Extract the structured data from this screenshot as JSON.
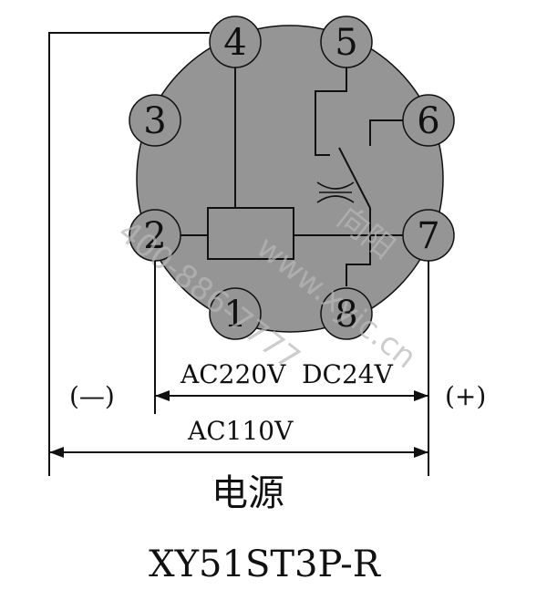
{
  "pins": [
    {
      "id": "1",
      "label": "1"
    },
    {
      "id": "2",
      "label": "2"
    },
    {
      "id": "3",
      "label": "3"
    },
    {
      "id": "4",
      "label": "4"
    },
    {
      "id": "5",
      "label": "5"
    },
    {
      "id": "6",
      "label": "6"
    },
    {
      "id": "7",
      "label": "7"
    },
    {
      "id": "8",
      "label": "8"
    }
  ],
  "labels": {
    "ac220_dc24": "AC220V  DC24V",
    "ac110": "AC110V",
    "minus": "(—)",
    "plus": "(+)",
    "power": "电源",
    "model": "XY51ST3P-R"
  },
  "watermark": {
    "phone": "400-886-7777",
    "site": "www.xyic.cn",
    "brand": "向阳"
  },
  "colors": {
    "body": "#959595",
    "pin": "#959595",
    "line": "#111111",
    "background": "#ffffff"
  }
}
